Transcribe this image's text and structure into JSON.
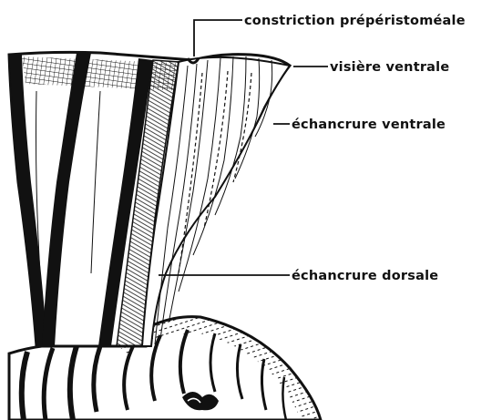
{
  "labels": {
    "constriction": "constriction prépéristoméale",
    "visiere": "visière ventrale",
    "echancrure_ventrale": "échancrure ventrale",
    "echancrure_dorsale": "échancrure dorsale"
  },
  "colors": {
    "ink": "#111111",
    "paper": "#ffffff"
  }
}
